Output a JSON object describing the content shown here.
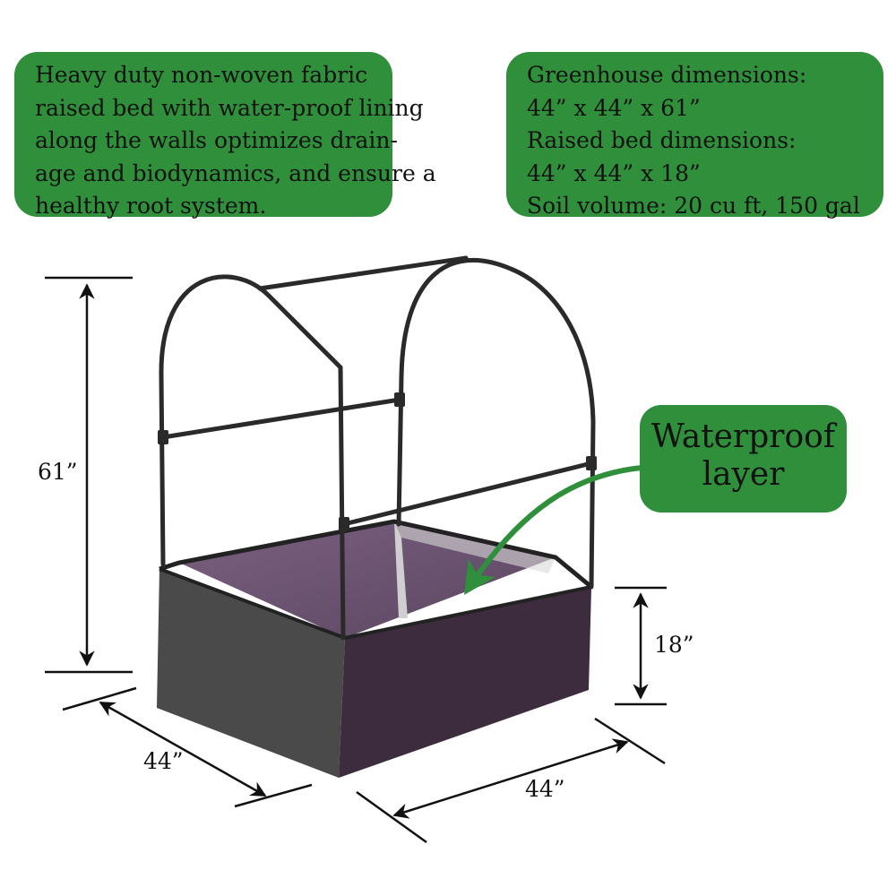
{
  "callouts": {
    "fabric": {
      "lines": [
        "Heavy duty non-woven fabric",
        "raised bed with water-proof lining",
        "along the walls optimizes drain-",
        "age and biodynamics, and ensure a",
        "healthy root system."
      ]
    },
    "dimensions": {
      "lines": [
        "Greenhouse dimensions:",
        "44” x 44” x 61”",
        "Raised bed dimensions:",
        "44” x 44” x 18”",
        "Soil volume: 20 cu ft, 150 gal"
      ]
    },
    "waterproof": {
      "lines": [
        "Waterproof",
        "layer"
      ]
    }
  },
  "measurements": {
    "height_total": "61”",
    "height_bed": "18”",
    "depth": "44”",
    "width": "44”"
  },
  "colors": {
    "callout_green": "#2f8f3a",
    "bed_front": "#3d2c3d",
    "bed_side": "#444444",
    "lining": "#6a5470",
    "frame": "#2a2a2a"
  }
}
